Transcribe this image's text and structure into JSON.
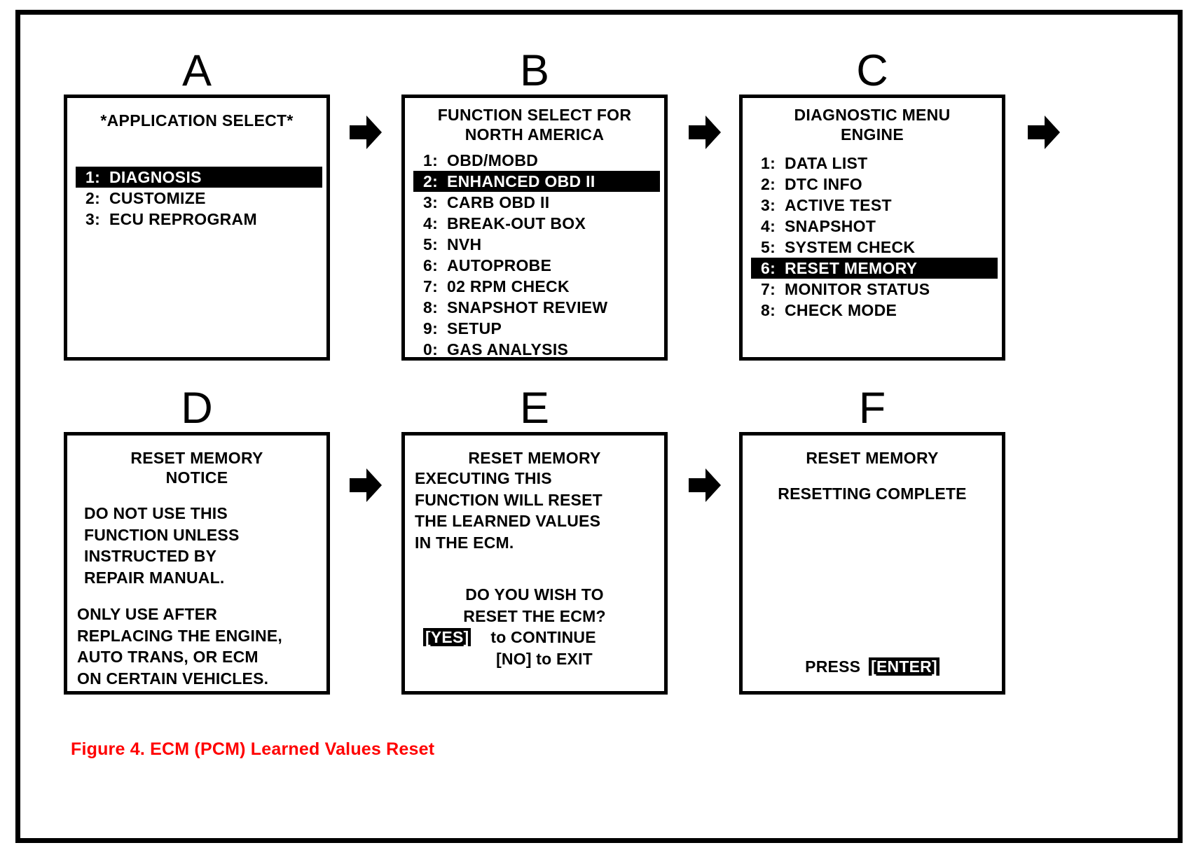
{
  "figure": {
    "caption": "Figure 4. ECM (PCM) Learned Values Reset",
    "caption_color": "#FF0000"
  },
  "panels": [
    {
      "label": "A",
      "title_lines": [
        "*APPLICATION SELECT*"
      ],
      "menu": [
        {
          "num": "1:",
          "text": "DIAGNOSIS",
          "selected": true
        },
        {
          "num": "2:",
          "text": "CUSTOMIZE",
          "selected": false
        },
        {
          "num": "3:",
          "text": "ECU REPROGRAM",
          "selected": false
        }
      ]
    },
    {
      "label": "B",
      "title_lines": [
        "FUNCTION SELECT FOR",
        "NORTH AMERICA"
      ],
      "menu": [
        {
          "num": "1:",
          "text": "OBD/MOBD",
          "selected": false
        },
        {
          "num": "2:",
          "text": "ENHANCED OBD II",
          "selected": true
        },
        {
          "num": "3:",
          "text": "CARB OBD II",
          "selected": false
        },
        {
          "num": "4:",
          "text": "BREAK-OUT BOX",
          "selected": false
        },
        {
          "num": "5:",
          "text": "NVH",
          "selected": false
        },
        {
          "num": "6:",
          "text": "AUTOPROBE",
          "selected": false
        },
        {
          "num": "7:",
          "text": "02 RPM CHECK",
          "selected": false
        },
        {
          "num": "8:",
          "text": "SNAPSHOT REVIEW",
          "selected": false
        },
        {
          "num": "9:",
          "text": "SETUP",
          "selected": false
        },
        {
          "num": "0:",
          "text": "GAS ANALYSIS",
          "selected": false
        }
      ]
    },
    {
      "label": "C",
      "title_lines": [
        "DIAGNOSTIC MENU",
        "ENGINE"
      ],
      "menu": [
        {
          "num": "1:",
          "text": "DATA LIST",
          "selected": false
        },
        {
          "num": "2:",
          "text": "DTC INFO",
          "selected": false
        },
        {
          "num": "3:",
          "text": "ACTIVE TEST",
          "selected": false
        },
        {
          "num": "4:",
          "text": "SNAPSHOT",
          "selected": false
        },
        {
          "num": "5:",
          "text": "SYSTEM CHECK",
          "selected": false
        },
        {
          "num": "6:",
          "text": "RESET MEMORY",
          "selected": true
        },
        {
          "num": "7:",
          "text": "MONITOR STATUS",
          "selected": false
        },
        {
          "num": "8:",
          "text": "CHECK MODE",
          "selected": false
        }
      ]
    },
    {
      "label": "D",
      "title_lines": [
        "RESET MEMORY",
        "NOTICE"
      ],
      "paragraphs": [
        [
          "DO NOT USE THIS",
          "FUNCTION UNLESS",
          "INSTRUCTED BY",
          "REPAIR MANUAL."
        ],
        [
          "ONLY USE AFTER",
          "REPLACING THE ENGINE,",
          "AUTO TRANS, OR ECM",
          "ON CERTAIN VEHICLES."
        ]
      ]
    },
    {
      "label": "E",
      "title_lines": [
        "RESET MEMORY"
      ],
      "body_lines": [
        "EXECUTING THIS",
        "FUNCTION WILL RESET",
        "THE LEARNED VALUES",
        "IN THE ECM."
      ],
      "prompt_lines": [
        "DO YOU WISH TO",
        "RESET THE ECM?"
      ],
      "yes_key": "[YES]",
      "yes_action": "to CONTINUE",
      "no_line": "[NO] to EXIT"
    },
    {
      "label": "F",
      "title_lines": [
        "RESET MEMORY"
      ],
      "status": "RESETTING COMPLETE",
      "footer_prefix": "PRESS",
      "footer_key": "[ENTER]"
    }
  ],
  "arrows": {
    "icon": "arrow-right-icon",
    "count": 5
  }
}
